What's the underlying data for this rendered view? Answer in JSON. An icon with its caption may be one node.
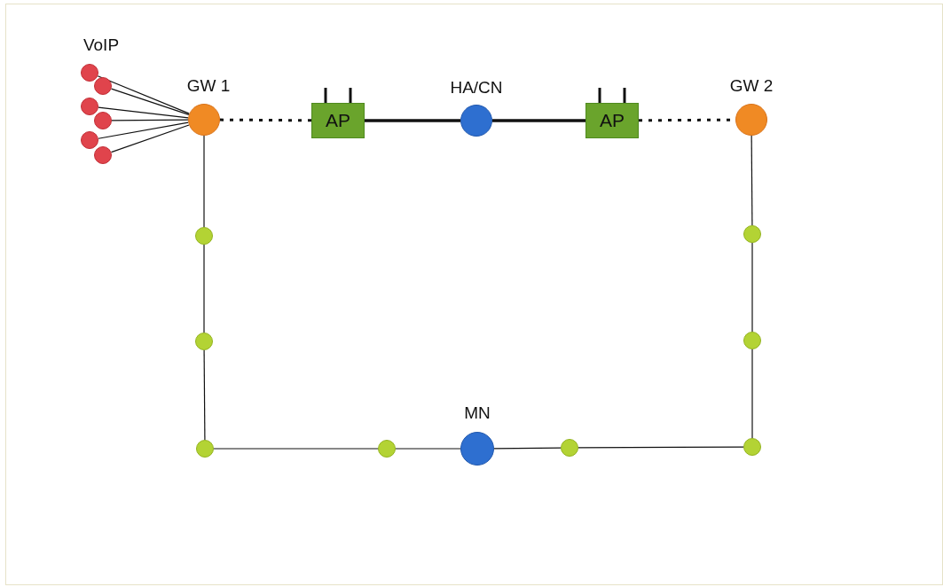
{
  "diagram": {
    "nodes": [
      {
        "text": [
          "GW 1"
        ]
      },
      {
        "text": [
          "AP"
        ]
      },
      {
        "text": [
          "HA/CN"
        ]
      },
      {
        "text": [
          "AP"
        ]
      },
      {
        "text": [
          "GW 2"
        ]
      },
      {
        "text": [],
        "shape": "circle"
      },
      {
        "text": [],
        "shape": "circle"
      },
      {
        "text": [],
        "shape": "circle"
      },
      {
        "text": [],
        "shape": "circle"
      },
      {
        "text": [],
        "shape": "circle"
      },
      {
        "text": [],
        "shape": "circle"
      },
      {
        "text": [],
        "shape": "circle"
      },
      {
        "text": [],
        "shape": "circle"
      },
      {
        "text": [],
        "shape": "circle"
      },
      {
        "text": [],
        "shape": "circle"
      },
      {
        "text": [
          "MN"
        ]
      },
      {
        "text": [],
        "shape": "circle"
      },
      {
        "text": [],
        "shape": "circle"
      },
      {
        "text": [],
        "shape": "circle"
      },
      {
        "text": [],
        "shape": "circle"
      }
    ],
    "edges": [
      {
        "from": 5,
        "to": 0,
        "arrow": "none"
      },
      {
        "from": 6,
        "to": 0,
        "arrow": "none"
      },
      {
        "from": 7,
        "to": 0,
        "arrow": "none"
      },
      {
        "from": 8,
        "to": 0,
        "arrow": "none"
      },
      {
        "from": 9,
        "to": 0,
        "arrow": "none"
      },
      {
        "from": 10,
        "to": 0,
        "arrow": "none"
      },
      {
        "from": 0,
        "to": 1,
        "arrow": "none",
        "style": "dashed"
      },
      {
        "from": 1,
        "to": 2,
        "arrow": "none",
        "style": "thick"
      },
      {
        "from": 2,
        "to": 3,
        "arrow": "none",
        "style": "thick"
      },
      {
        "from": 3,
        "to": 4,
        "arrow": "none",
        "style": "dashed"
      },
      {
        "from": 0,
        "to": 11,
        "arrow": "none"
      },
      {
        "from": 11,
        "to": 12,
        "arrow": "none"
      },
      {
        "from": 12,
        "to": 13,
        "arrow": "none"
      },
      {
        "from": 13,
        "to": 14,
        "arrow": "none"
      },
      {
        "from": 14,
        "to": 15,
        "arrow": "none"
      },
      {
        "from": 15,
        "to": 16,
        "arrow": "none"
      },
      {
        "from": 16,
        "to": 17,
        "arrow": "none"
      },
      {
        "from": 17,
        "to": 18,
        "arrow": "none"
      },
      {
        "from": 18,
        "to": 19,
        "arrow": "none"
      },
      {
        "from": 19,
        "to": 4,
        "arrow": "none"
      }
    ],
    "labels": [
      "VoIP"
    ]
  }
}
